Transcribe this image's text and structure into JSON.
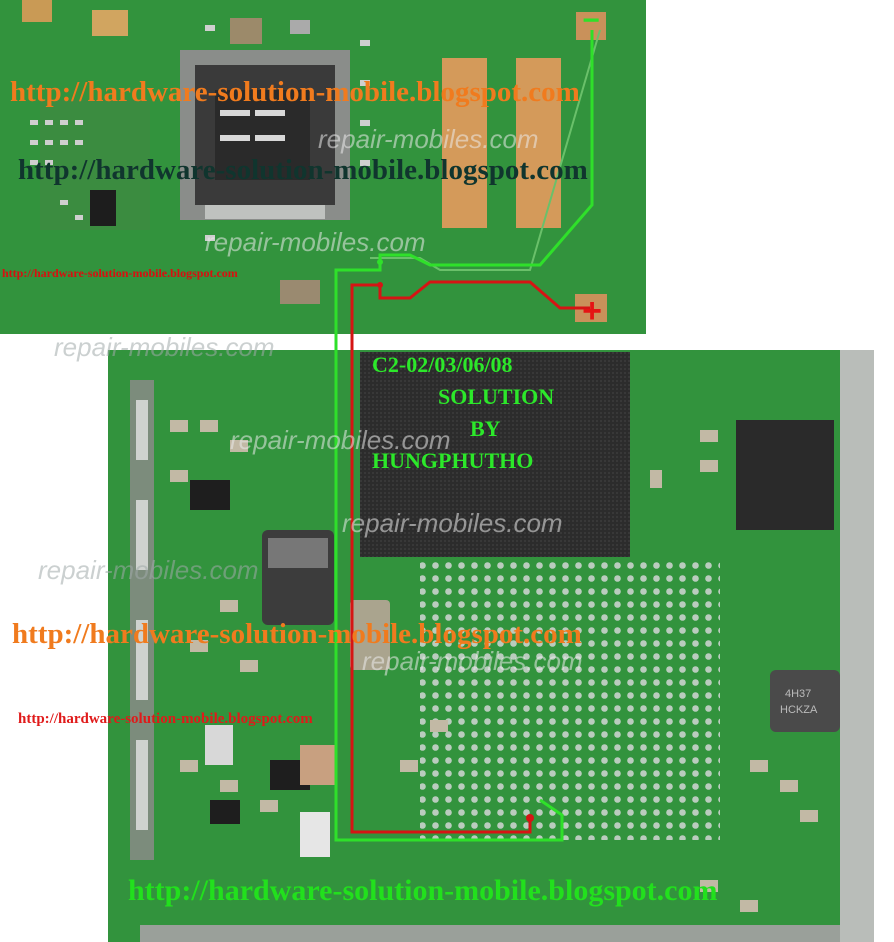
{
  "links": {
    "top_orange": "http://hardware-solution-mobile.blogspot.com",
    "top_dark": "http://hardware-solution-mobile.blogspot.com",
    "top_red_small": "http://hardware-solution-mobile.blogspot.com",
    "mid_orange": "http://hardware-solution-mobile.blogspot.com",
    "mid_red": "http://hardware-solution-mobile.blogspot.com",
    "bottom_green": "http://hardware-solution-mobile.blogspot.com"
  },
  "watermarks": {
    "w1": "repair-mobiles.com",
    "w2": "repair-mobiles.com",
    "w3": "repair-mobiles.com",
    "w4": "repair-mobiles.com",
    "w5": "repair-mobiles.com",
    "w6": "repair-mobiles.com",
    "w7": "repair-mobiles.com"
  },
  "solution": {
    "line1": "C2-02/03/06/08",
    "line2": "SOLUTION",
    "line3": "BY",
    "line4": "HUNGPHUTHO"
  },
  "chip_marking": {
    "line1": "4H37",
    "line2": "HCKZA"
  },
  "polarity": {
    "minus": "−",
    "plus": "+"
  },
  "colors": {
    "pcb_green": "#2f8f3a",
    "trace_green": "#2fe02a",
    "trace_red": "#d61414",
    "link_orange": "#f07b1e",
    "link_dark": "#10352e",
    "link_green": "#22e01d",
    "solution_text": "#2ce82a"
  }
}
